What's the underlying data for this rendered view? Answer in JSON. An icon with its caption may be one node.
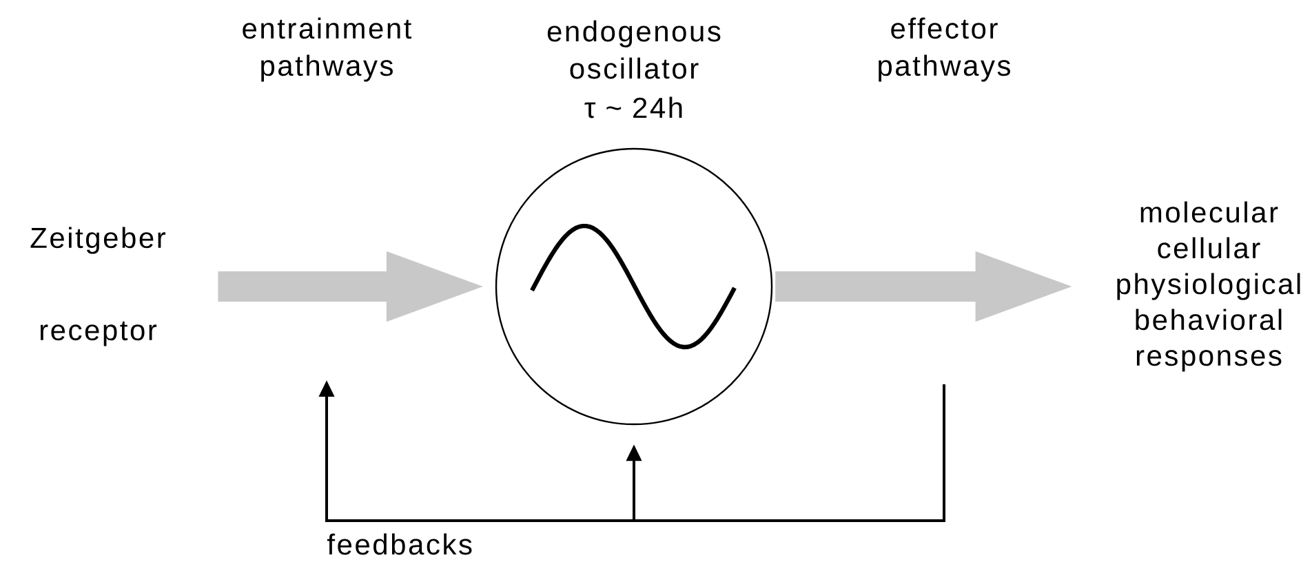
{
  "diagram": {
    "nodes": [
      {
        "text": [
          "Zeitgeber",
          "receptor"
        ]
      },
      {
        "text": [
          "endogenous oscillator",
          "τ ~ 24h"
        ]
      },
      {
        "text": [
          "molecular cellular physiological behavioral responses"
        ]
      }
    ],
    "edges": [
      {
        "from": 0,
        "to": 1,
        "arrow": "to"
      },
      {
        "from": 1,
        "to": 2,
        "arrow": "to"
      },
      {
        "from": null,
        "to": 1,
        "arrow": "to",
        "color": "#000000"
      }
    ],
    "labels": [
      "entrainment pathways",
      "effector pathways",
      "feedbacks"
    ]
  }
}
